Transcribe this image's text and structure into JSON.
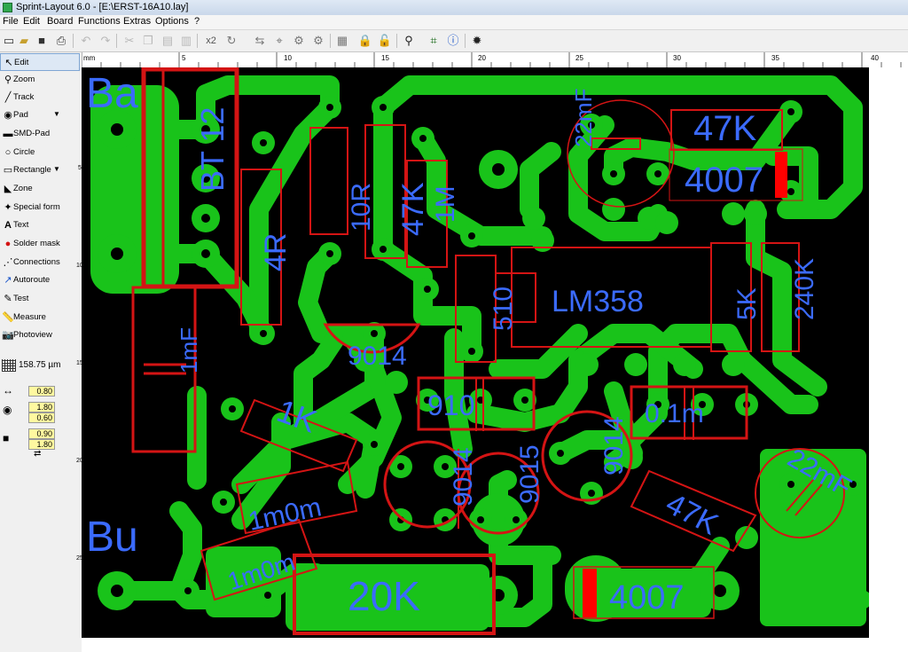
{
  "window": {
    "title": "Sprint-Layout 6.0 - [E:\\ERST-16A10.lay]"
  },
  "menu": [
    "File",
    "Edit",
    "Board",
    "Functions",
    "Extras",
    "Options",
    "?"
  ],
  "toolbar": {
    "zoom_label": "x2"
  },
  "tools": [
    {
      "label": "Edit",
      "icon": "cursor-icon",
      "active": true
    },
    {
      "label": "Zoom",
      "icon": "zoom-icon"
    },
    {
      "label": "Track",
      "icon": "track-icon"
    },
    {
      "label": "Pad",
      "icon": "pad-icon",
      "dropdown": true
    },
    {
      "label": "SMD-Pad",
      "icon": "smd-pad-icon"
    },
    {
      "label": "Circle",
      "icon": "circle-icon"
    },
    {
      "label": "Rectangle",
      "icon": "rectangle-icon",
      "dropdown": true
    },
    {
      "label": "Zone",
      "icon": "zone-icon"
    },
    {
      "label": "Special form",
      "icon": "special-form-icon"
    },
    {
      "label": "Text",
      "icon": "text-icon"
    },
    {
      "label": "Solder mask",
      "icon": "solder-mask-icon"
    },
    {
      "label": "Connections",
      "icon": "connections-icon"
    },
    {
      "label": "Autoroute",
      "icon": "autoroute-icon"
    },
    {
      "label": "Test",
      "icon": "test-icon"
    },
    {
      "label": "Measure",
      "icon": "measure-icon"
    },
    {
      "label": "Photoview",
      "icon": "photoview-icon"
    }
  ],
  "grid": {
    "value": "158.75 µm"
  },
  "track_width": "0.80",
  "pad_outer": "1.80",
  "pad_inner": "0.60",
  "smd_w": "0.90",
  "smd_h": "1.80",
  "ruler": {
    "unit": "mm",
    "h_labels": [
      "5",
      "10",
      "15",
      "20",
      "25",
      "30",
      "35",
      "40"
    ],
    "v_labels": [
      "5",
      "10",
      "15",
      "20",
      "25"
    ]
  },
  "board": {
    "copper_color": "#19c31a",
    "silk_color": "#d41414",
    "text_color": "#3b6bff",
    "labels": {
      "r1": "47K",
      "r2": "47K",
      "r3": "1M",
      "r4": "10R",
      "r5": "4R",
      "r6": "5K",
      "r7": "240K",
      "r8": "1K",
      "r9": "47K",
      "r10": "510",
      "r11": "1m0m",
      "r12": "1m0m",
      "r13": "20K",
      "c1": "910",
      "c2": "0.1m",
      "d1": "4007",
      "d2": "4007",
      "ic1": "LM358",
      "bt": "BT 12",
      "t1": "9014",
      "t2": "9014",
      "t3": "9015",
      "t4": "9014",
      "cap1": "1mF",
      "cap2": "22mF",
      "cap3": "22mF",
      "txt1": "Bu",
      "txt2": "Ba"
    }
  }
}
